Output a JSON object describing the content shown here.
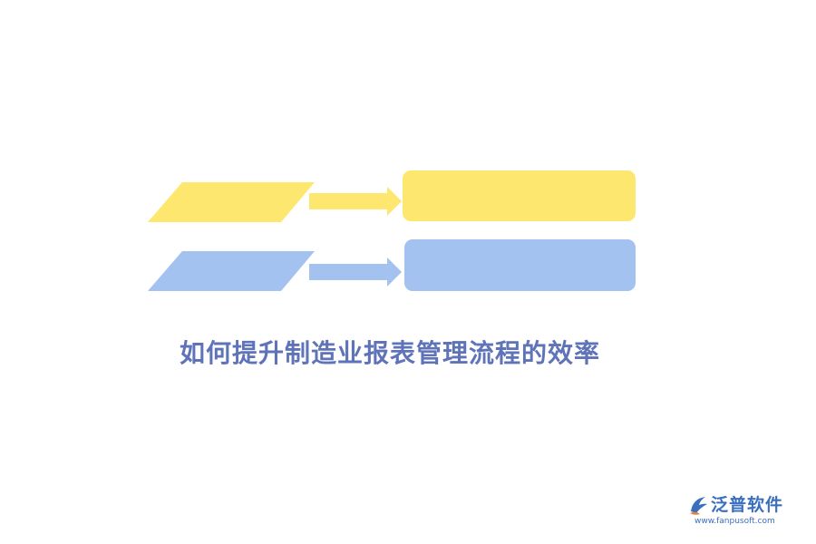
{
  "title": "如何提升制造业报表管理流程的效率",
  "logo": {
    "brand": "泛普软件",
    "url": "www.fanpusoft.com"
  },
  "colors": {
    "yellow": "#fde76e",
    "blue": "#a4c2f0",
    "title": "#5f73b9",
    "logo": "#3a6fbf",
    "logo_accent": "#e2833c"
  }
}
